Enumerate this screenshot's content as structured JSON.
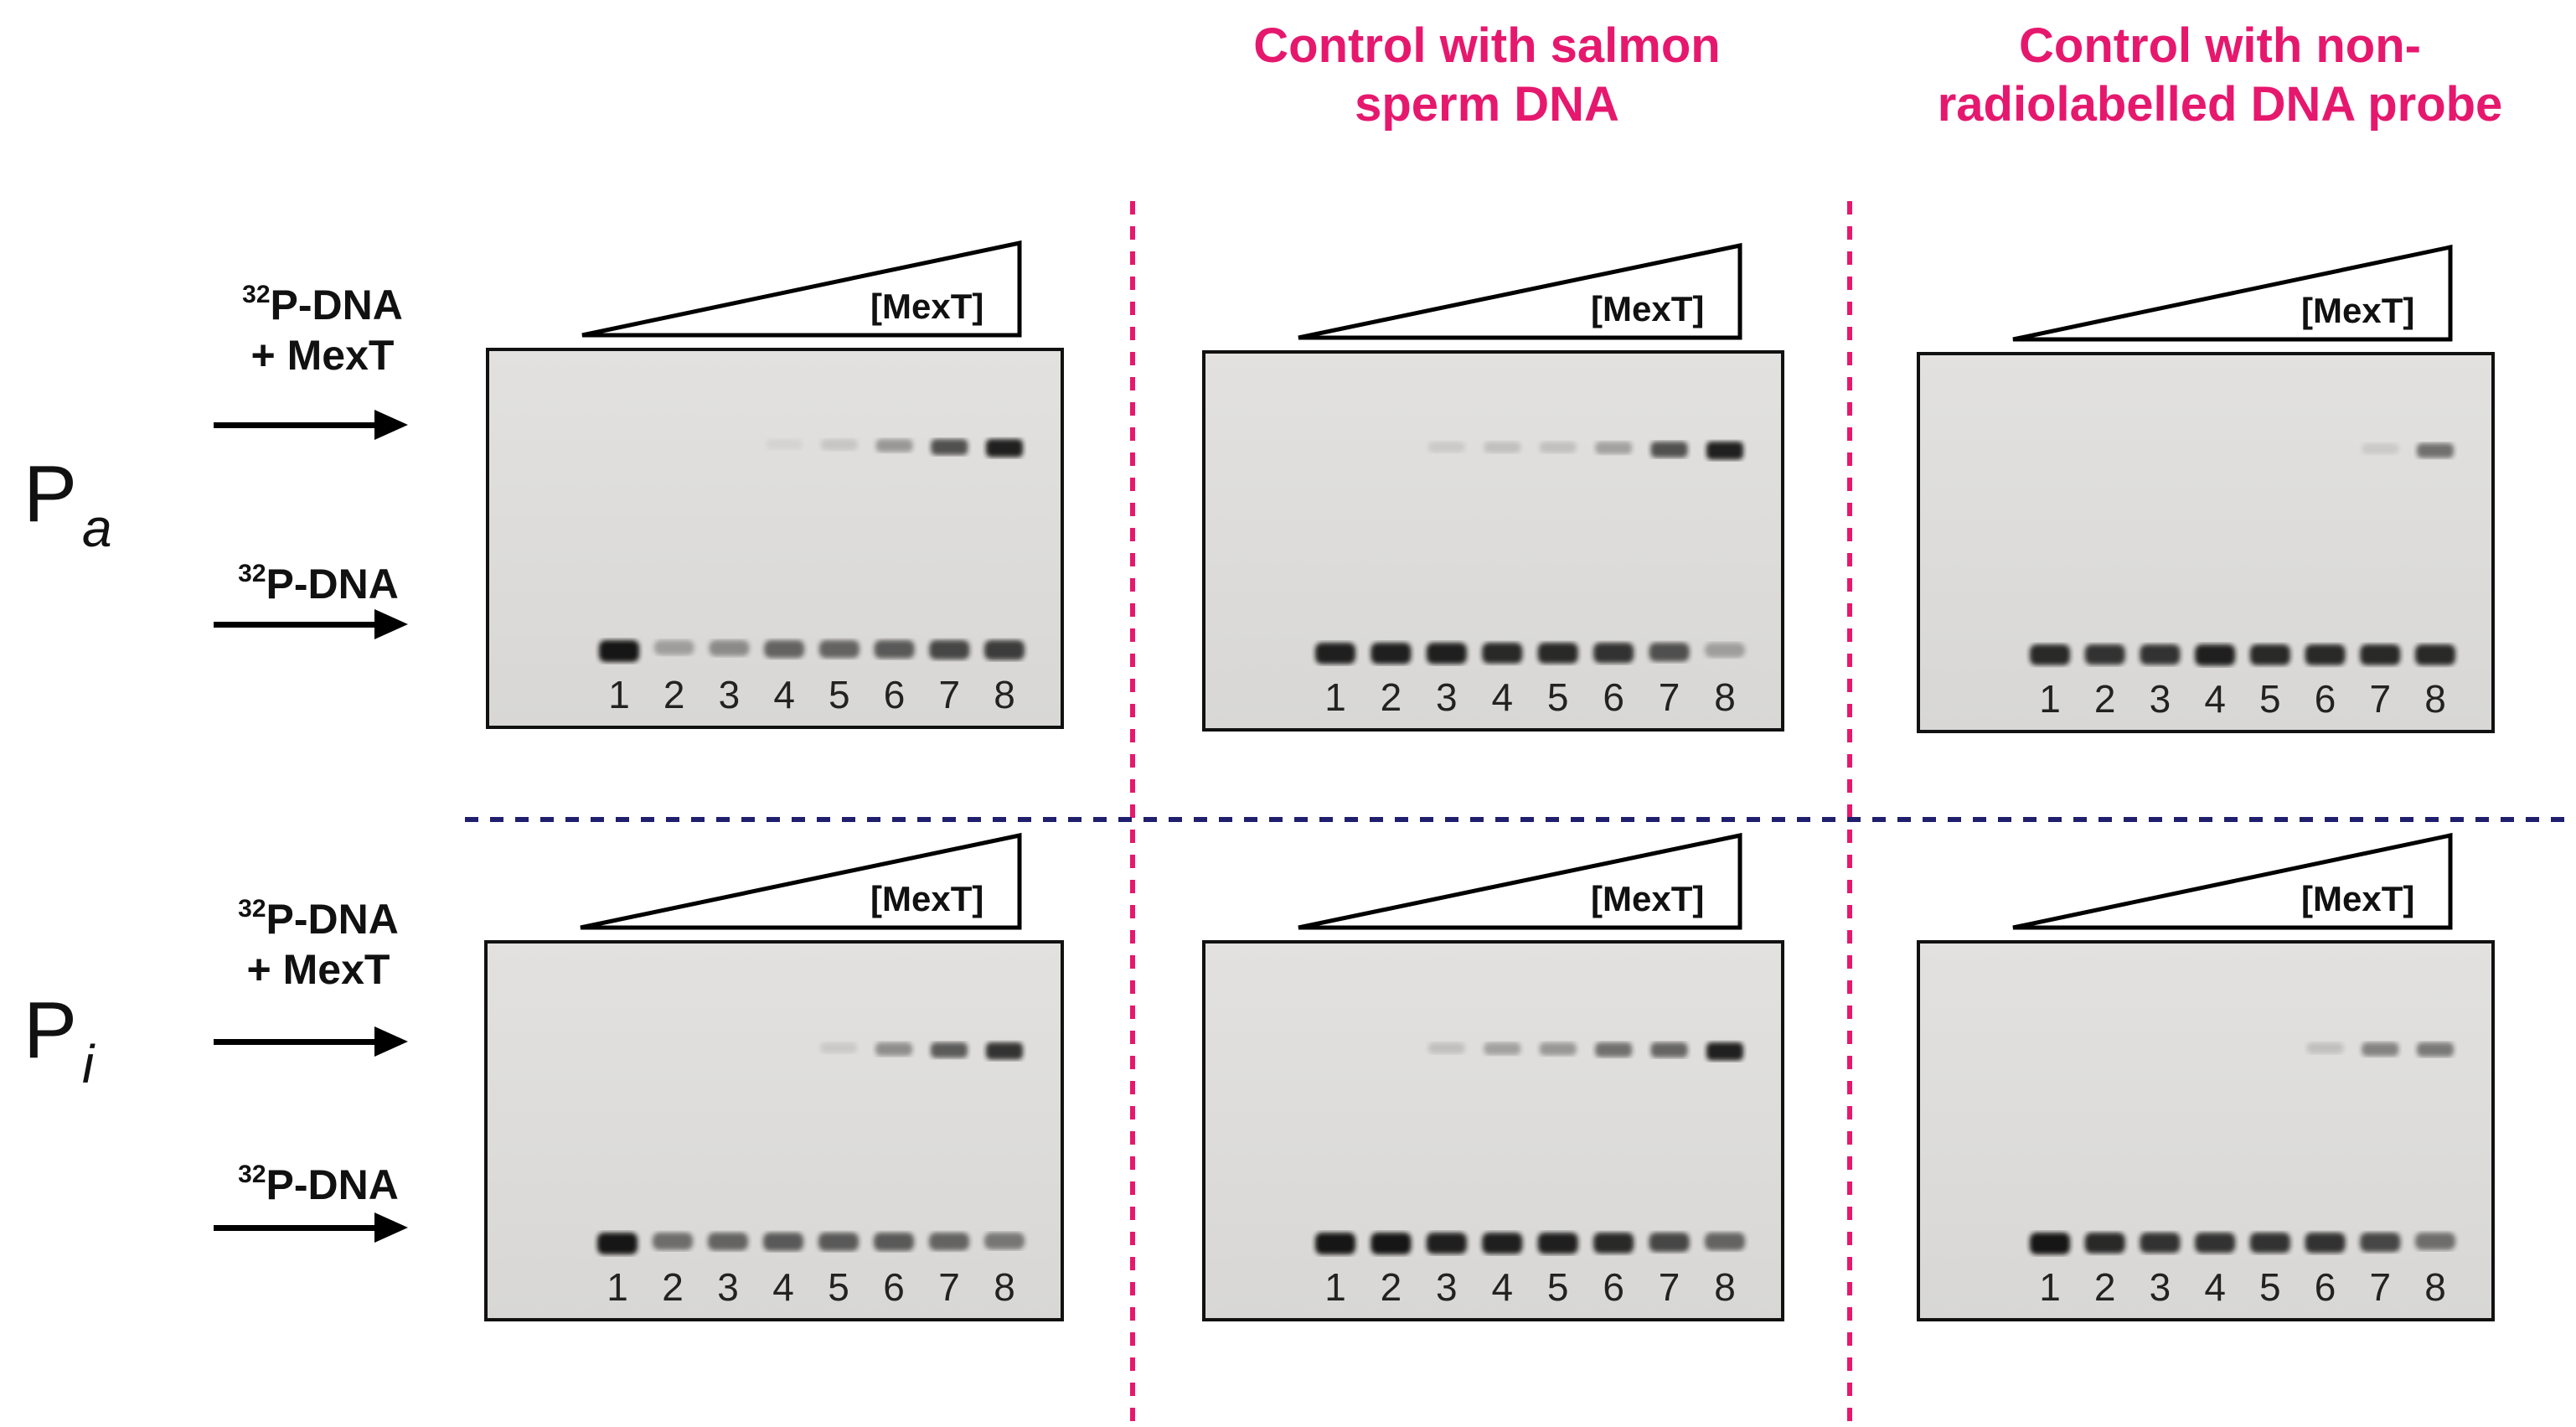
{
  "column_titles": [
    "",
    "Control with salmon sperm DNA",
    "Control with non-radiolabelled DNA probe"
  ],
  "column_title_lines": [
    [],
    [
      "Control with salmon",
      "sperm DNA"
    ],
    [
      "Control with non-",
      "radiolabelled DNA probe"
    ]
  ],
  "rows": [
    {
      "label_main": "P",
      "label_sub": "a"
    },
    {
      "label_main": "P",
      "label_sub": "i"
    }
  ],
  "arrow_labels": {
    "complex_sup": "32",
    "complex_line1": "P-DNA",
    "complex_line2": "+ MexT",
    "free_sup": "32",
    "free_line1": "P-DNA"
  },
  "gradient_label": "[MexT]",
  "lane_numbers": [
    "1",
    "2",
    "3",
    "4",
    "5",
    "6",
    "7",
    "8"
  ],
  "colors": {
    "title": "#e6186e",
    "vertical_divider": "#e6186e",
    "horizontal_divider": "#1f1f6e",
    "band": "#141414"
  },
  "band_intensity": {
    "row_a": {
      "col1": {
        "bound": [
          0,
          0,
          0,
          0.05,
          0.12,
          0.35,
          0.7,
          0.95
        ],
        "free": [
          1.0,
          0.3,
          0.4,
          0.6,
          0.6,
          0.65,
          0.75,
          0.8
        ]
      },
      "col2": {
        "bound": [
          0,
          0,
          0.1,
          0.15,
          0.15,
          0.3,
          0.7,
          0.95
        ],
        "free": [
          0.95,
          0.95,
          0.95,
          0.9,
          0.9,
          0.85,
          0.7,
          0.3
        ]
      },
      "col3": {
        "bound": [
          0,
          0,
          0,
          0,
          0,
          0,
          0.1,
          0.55
        ],
        "free": [
          0.9,
          0.85,
          0.85,
          0.95,
          0.9,
          0.9,
          0.9,
          0.9
        ]
      }
    },
    "row_i": {
      "col1": {
        "bound": [
          0,
          0,
          0,
          0,
          0.1,
          0.4,
          0.65,
          0.85
        ],
        "free": [
          1.0,
          0.55,
          0.6,
          0.65,
          0.65,
          0.65,
          0.6,
          0.5
        ]
      },
      "col2": {
        "bound": [
          0,
          0,
          0.15,
          0.3,
          0.35,
          0.55,
          0.6,
          0.95
        ],
        "free": [
          1.0,
          1.0,
          0.95,
          0.95,
          0.95,
          0.9,
          0.75,
          0.6
        ]
      },
      "col3": {
        "bound": [
          0,
          0,
          0,
          0,
          0,
          0.15,
          0.45,
          0.5
        ],
        "free": [
          1.0,
          0.9,
          0.85,
          0.85,
          0.85,
          0.85,
          0.75,
          0.55
        ]
      }
    }
  }
}
